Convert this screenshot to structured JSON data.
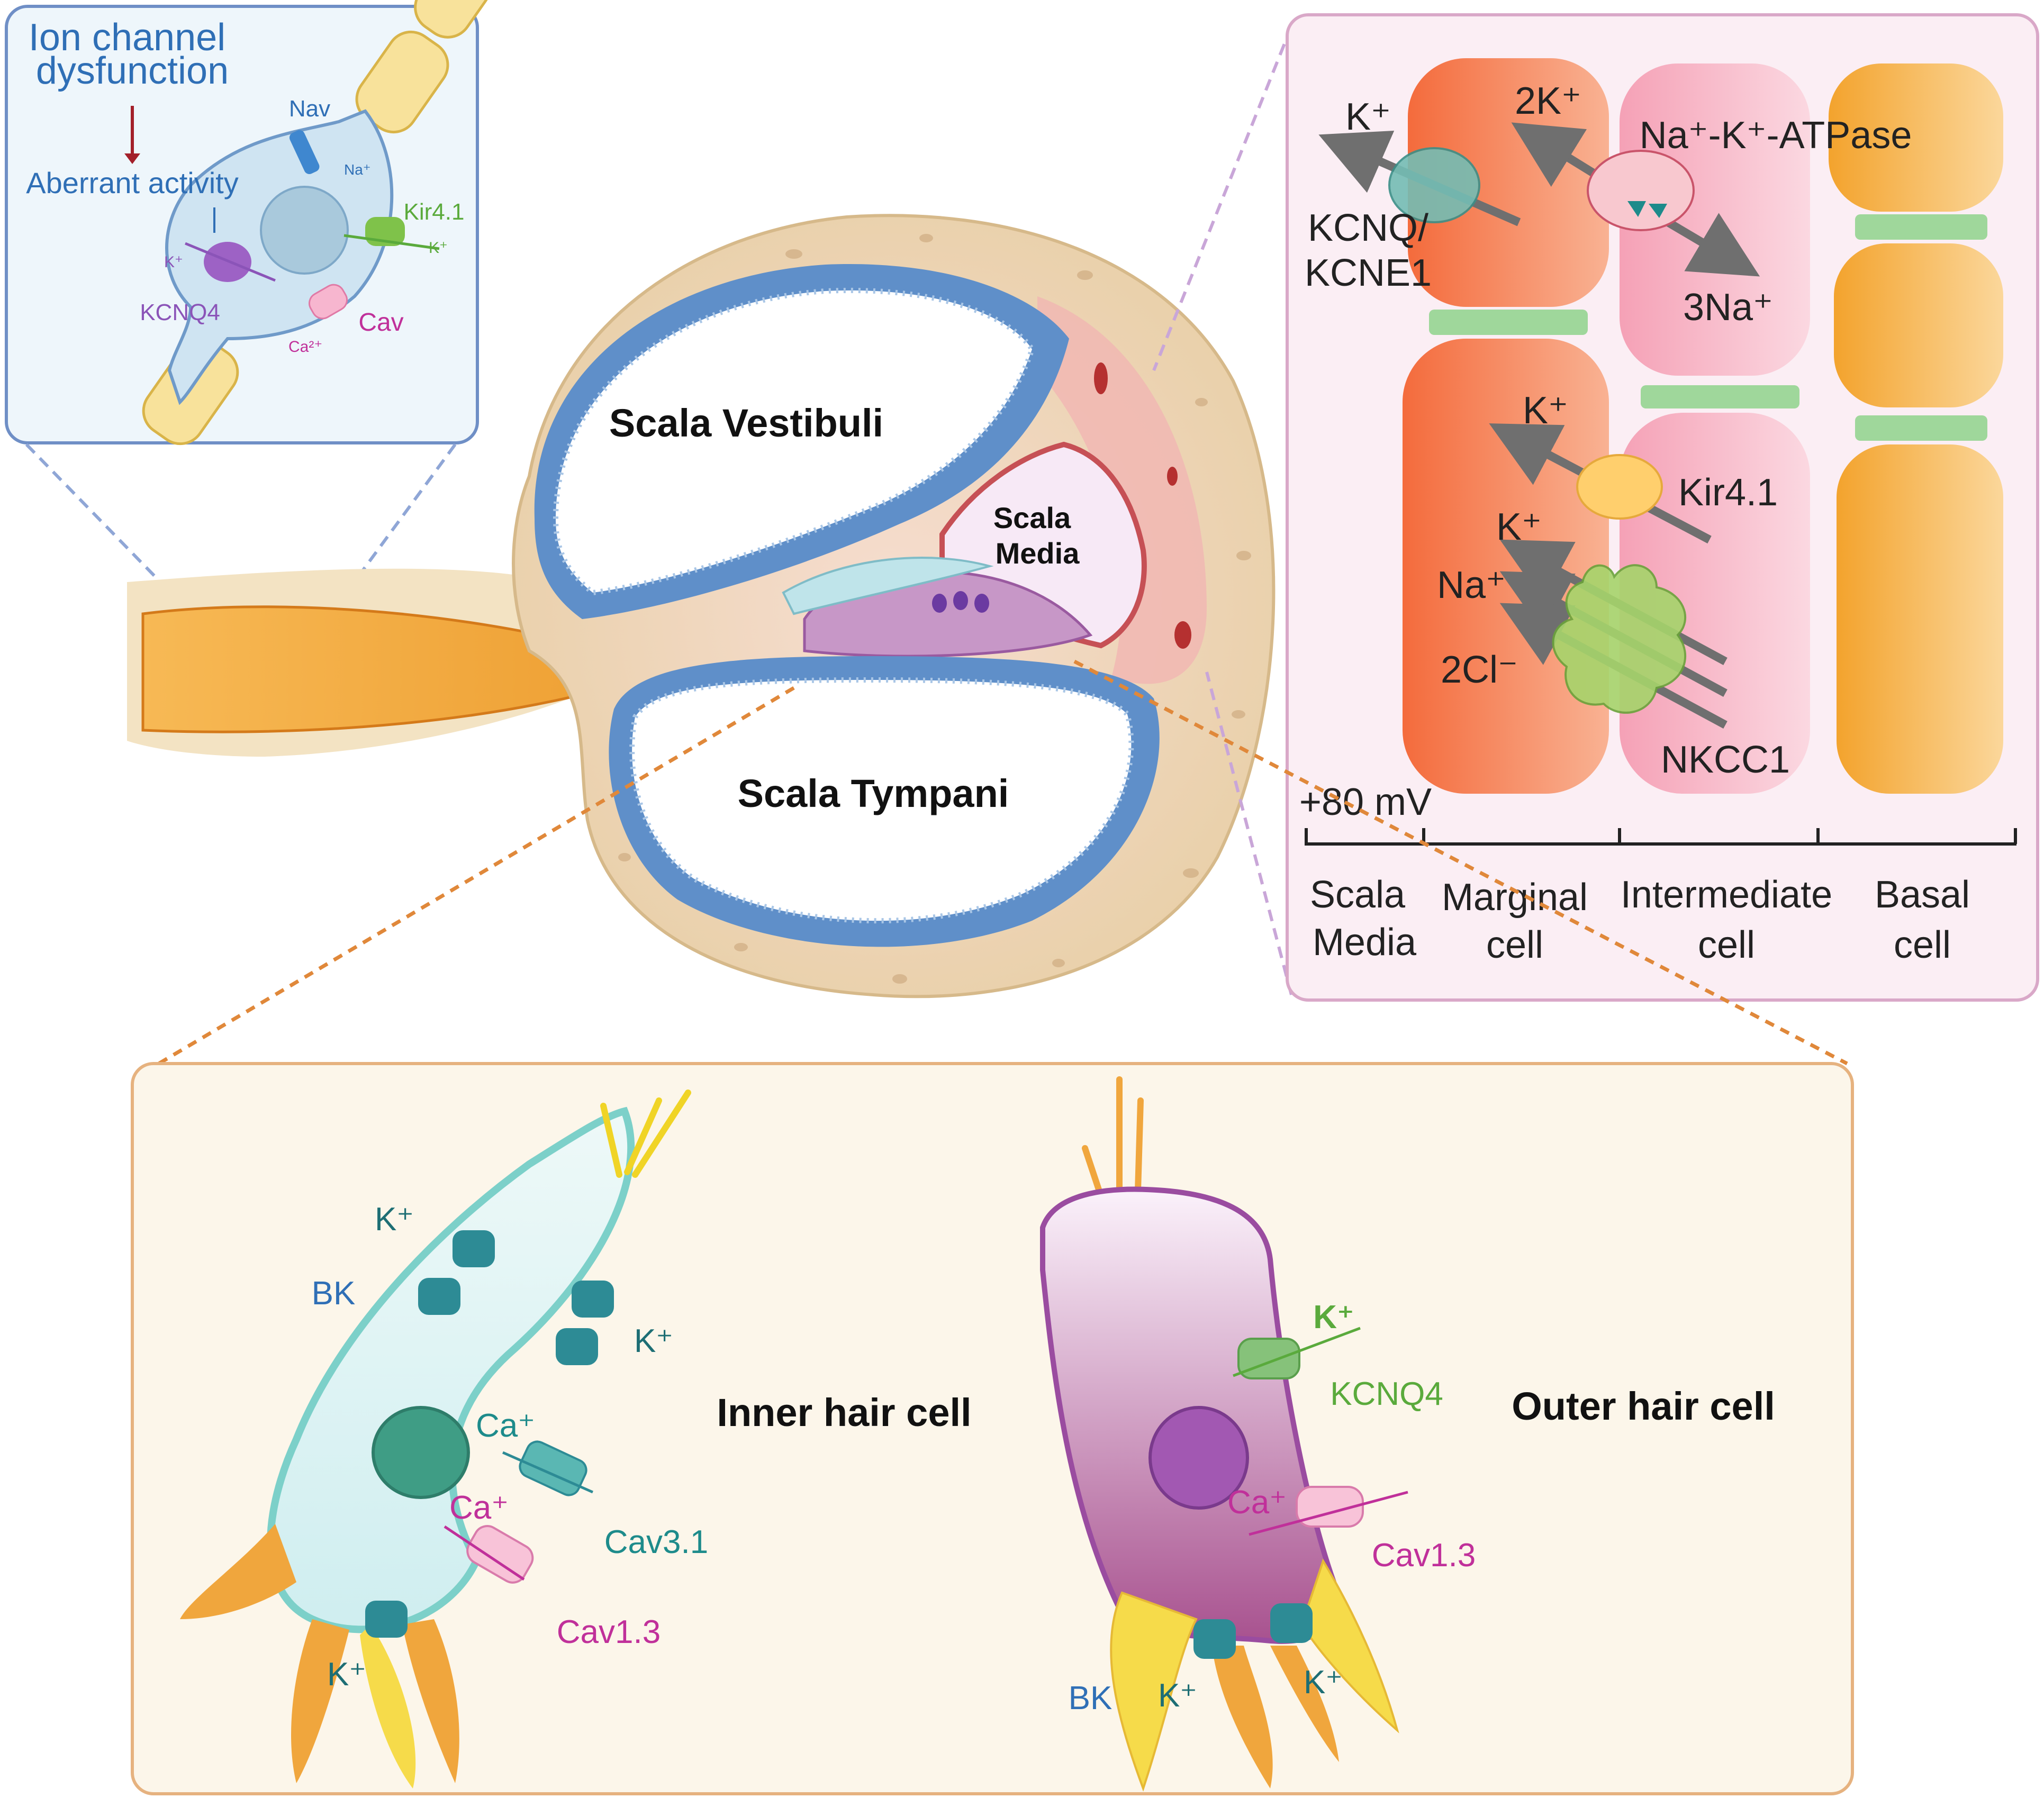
{
  "colors": {
    "blue_label": "#2f6fb6",
    "green_label": "#5aaa3c",
    "purple_label": "#8b54b8",
    "pink_label": "#c0309a",
    "teal_label": "#1d8b8b",
    "dark_red": "#a3202a",
    "orange_dash": "#e0883a",
    "lilac_dash": "#c9a6d8"
  },
  "inset_neuron": {
    "title_line1": "Ion channel",
    "title_line2": "dysfunction",
    "aberrant": "Aberrant activity",
    "nav": "Nav",
    "na": "Na⁺",
    "kir": "Kir4.1",
    "k_right": "K⁺",
    "k_left": "K⁺",
    "kcnq4": "KCNQ4",
    "ca": "Ca²⁺",
    "cav": "Cav"
  },
  "cochlea": {
    "scala_vestibuli": "Scala Vestibuli",
    "scala_media_line1": "Scala",
    "scala_media_line2": "Media",
    "scala_tympani": "Scala Tympani"
  },
  "stria": {
    "k_top": "K⁺",
    "two_k": "2K⁺",
    "atpase": "Na⁺-K⁺-ATPase",
    "kcnq_line1": "KCNQ/",
    "kcnq_line2": "KCNE1",
    "three_na": "3Na⁺",
    "k_kir": "K⁺",
    "kir": "Kir4.1",
    "k_nkcc": "K⁺",
    "na_nkcc": "Na⁺",
    "cl_nkcc": "2Cl⁻",
    "nkcc1": "NKCC1",
    "potential": "+80 mV",
    "axis_labels": [
      [
        "Scala",
        "Media"
      ],
      [
        "Marginal",
        "cell"
      ],
      [
        "Intermediate",
        "cell"
      ],
      [
        "Basal",
        "cell"
      ]
    ]
  },
  "hair_cells": {
    "inner": {
      "title": "Inner hair cell",
      "k_top": "K⁺",
      "bk": "BK",
      "k_right": "K⁺",
      "ca_teal": "Ca⁺",
      "cav31": "Cav3.1",
      "ca_pink": "Ca⁺",
      "cav13": "Cav1.3",
      "k_bottom": "K⁺"
    },
    "outer": {
      "title": "Outer hair cell",
      "k_green": "K⁺",
      "kcnq4": "KCNQ4",
      "ca": "Ca⁺",
      "cav13": "Cav1.3",
      "bk": "BK",
      "k_left": "K⁺",
      "k_right": "K⁺"
    }
  }
}
